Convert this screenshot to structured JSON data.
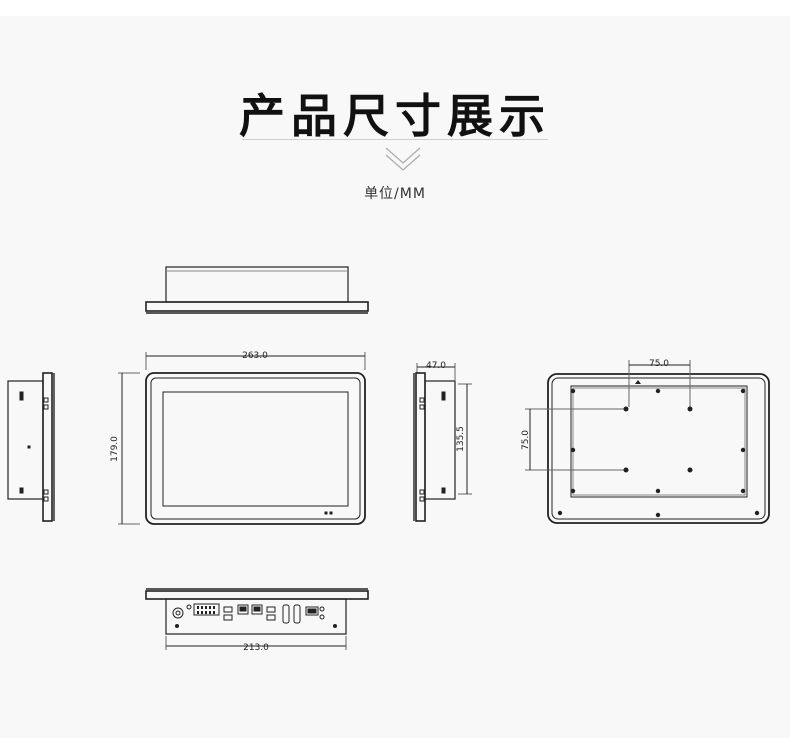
{
  "header": {
    "title": "产品尺寸展示",
    "unit_label": "单位/MM"
  },
  "dimensions": {
    "front_width": "263.0",
    "front_height": "179.0",
    "side_depth": "47.0",
    "side_height": "135.5",
    "back_vesa_horizontal": "75.0",
    "back_vesa_vertical": "75.0",
    "bottom_width": "213.0"
  },
  "colors": {
    "line": "#222222",
    "background": "#f8f8f8"
  }
}
